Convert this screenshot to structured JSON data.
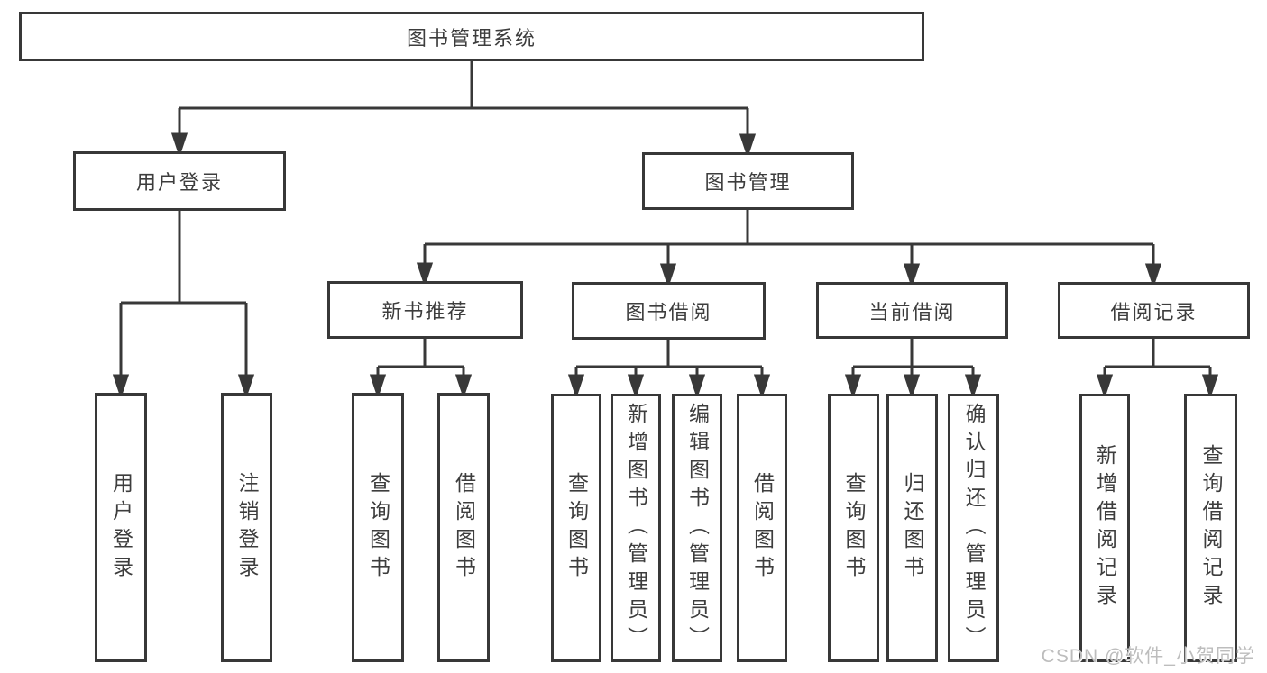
{
  "tree": {
    "label": "图书管理系统",
    "children": [
      {
        "label": "用户登录",
        "children": [
          {
            "label": "用户登录"
          },
          {
            "label": "注销登录"
          }
        ]
      },
      {
        "label": "图书管理",
        "children": [
          {
            "label": "新书推荐",
            "children": [
              {
                "label": "查询图书"
              },
              {
                "label": "借阅图书"
              }
            ]
          },
          {
            "label": "图书借阅",
            "children": [
              {
                "label": "查询图书"
              },
              {
                "label": "新增图书（管理员）"
              },
              {
                "label": "编辑图书（管理员）"
              },
              {
                "label": "借阅图书"
              }
            ]
          },
          {
            "label": "当前借阅",
            "children": [
              {
                "label": "查询图书"
              },
              {
                "label": "归还图书"
              },
              {
                "label": "确认归还（管理员）"
              }
            ]
          },
          {
            "label": "借阅记录",
            "children": [
              {
                "label": "新增借阅记录"
              },
              {
                "label": "查询借阅记录"
              }
            ]
          }
        ]
      }
    ]
  },
  "watermark": "CSDN @软件_小贺同学",
  "colors": {
    "line": "#383838",
    "text": "#3d3d3d",
    "background": "#ffffff",
    "watermark": "#bdbdbd"
  }
}
